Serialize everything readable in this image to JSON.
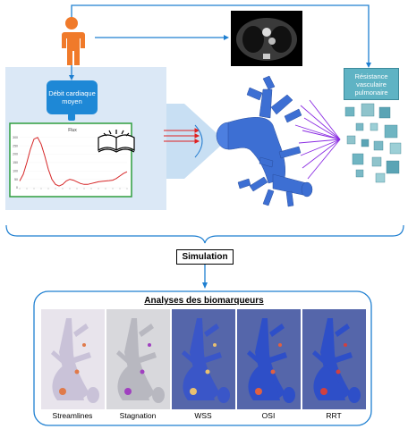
{
  "boxes": {
    "debit": "Débit cardiaque moyen",
    "resistance": "Résistance vasculaire pulmonaire"
  },
  "simulation_label": "Simulation",
  "analysis": {
    "title": "Analyses des biomarqueurs",
    "panels": [
      {
        "key": "streamlines",
        "caption": "Streamlines"
      },
      {
        "key": "stagnation",
        "caption": "Stagnation"
      },
      {
        "key": "wss",
        "caption": "WSS"
      },
      {
        "key": "osi",
        "caption": "OSI"
      },
      {
        "key": "rrt",
        "caption": "RRT"
      }
    ]
  },
  "chart_data": {
    "type": "line",
    "title": "Flux",
    "x": [
      0,
      1,
      2,
      3,
      4,
      5,
      6,
      7,
      8,
      9,
      10,
      11,
      12,
      13,
      14,
      15,
      16,
      17,
      18,
      19,
      20,
      21,
      22,
      23,
      24,
      25,
      26,
      27,
      28,
      29,
      30
    ],
    "y": [
      40,
      80,
      150,
      230,
      290,
      300,
      260,
      190,
      110,
      50,
      20,
      10,
      20,
      40,
      50,
      45,
      35,
      25,
      20,
      20,
      25,
      30,
      35,
      38,
      40,
      42,
      45,
      55,
      70,
      85,
      95
    ],
    "yticks": [
      "300",
      "250",
      "200",
      "150",
      "100",
      "50",
      "0"
    ],
    "ylim": [
      0,
      320
    ],
    "color": "#d62728"
  },
  "colors": {
    "person": "#f07a2a",
    "arrow_blue": "#1e7fd1",
    "debit_box": "#1e88d6",
    "rvp_box": "#5fb3c4",
    "vessel": "#3d6fd3",
    "chart_border": "#2e9e3e",
    "purple_lines": "#8a2be2"
  },
  "icons": [
    "person-icon",
    "book-icon",
    "ct-scan-image",
    "vessel-mesh",
    "tissue-tiles"
  ]
}
